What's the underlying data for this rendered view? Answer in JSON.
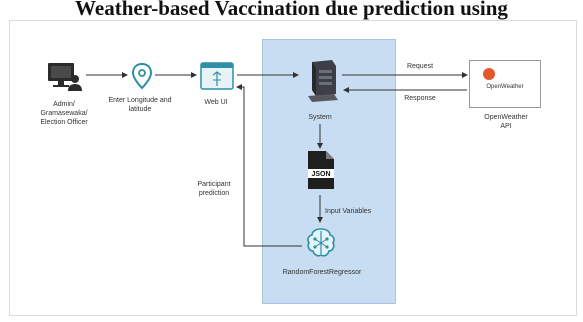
{
  "title": "Weather-based Vaccination due prediction using",
  "nodes": {
    "admin": {
      "label": "Admin/ Gramasewaka/ Election Officer",
      "icon": "computer-user-icon"
    },
    "location": {
      "label": "Enter Longitude and latitude",
      "icon": "location-pin-icon"
    },
    "webui": {
      "label": "Web UI",
      "icon": "web-ui-icon"
    },
    "system": {
      "label": "System",
      "icon": "server-icon"
    },
    "json": {
      "label": "JSON",
      "icon": "json-file-icon"
    },
    "model": {
      "label": "RandomForestRegressor",
      "icon": "brain-icon"
    },
    "openweather": {
      "logo_text": "OpenWeather",
      "label": "OpenWeather API"
    }
  },
  "edges": {
    "request": "Request",
    "response": "Response",
    "input_variables": "Input Variables",
    "participant_prediction": "Participant prediction"
  },
  "colors": {
    "panel": "#c8dcf2",
    "icon_teal": "#2f8fa6",
    "openweather_orange": "#e6572b"
  }
}
